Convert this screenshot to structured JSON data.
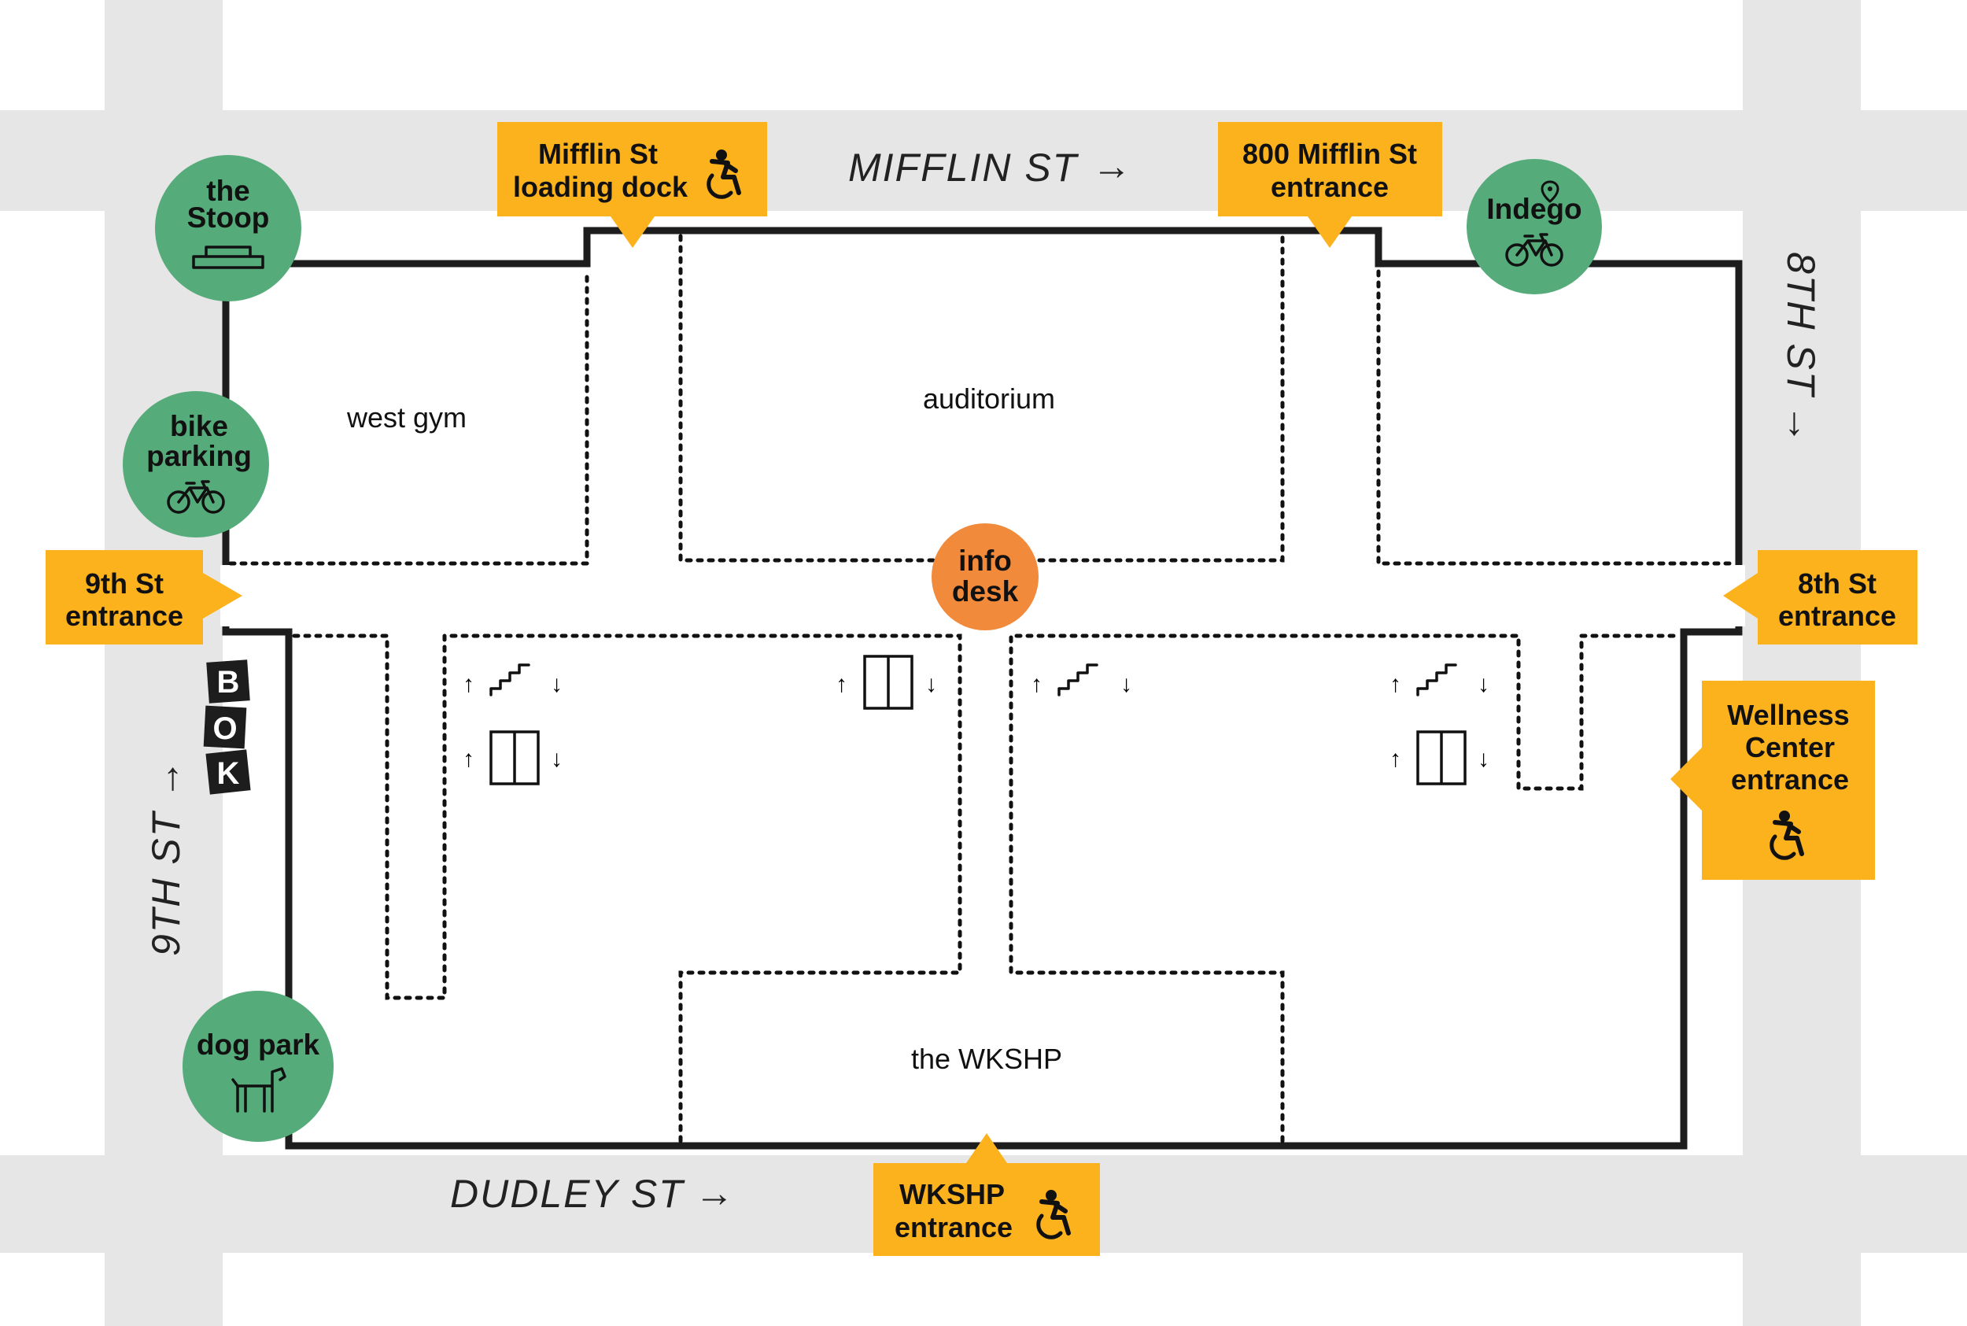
{
  "colors": {
    "street": "#e6e6e6",
    "tag": "#fbb21d",
    "poi_circle": "#56ab7a",
    "info_circle": "#f18a3a",
    "wall": "#1d1d1d"
  },
  "streets": {
    "north": "MIFFLIN ST",
    "south": "DUDLEY ST",
    "west": "9TH ST",
    "east": "8TH ST",
    "arrow": "→"
  },
  "rooms": {
    "west_gym": "west gym",
    "auditorium": "auditorium",
    "wkshp": "the WKSHP"
  },
  "entrances": {
    "mifflin_loading": [
      "Mifflin St",
      "loading dock"
    ],
    "mifflin_800": [
      "800 Mifflin St",
      "entrance"
    ],
    "ninth": [
      "9th St",
      "entrance"
    ],
    "eighth": [
      "8th St",
      "entrance"
    ],
    "wellness": [
      "Wellness",
      "Center",
      "entrance"
    ],
    "wkshp": [
      "WKSHP",
      "entrance"
    ]
  },
  "points_of_interest": {
    "stoop": [
      "the",
      "Stoop"
    ],
    "bike_parking": [
      "bike",
      "parking"
    ],
    "indego": "Indego",
    "dog_park": "dog park",
    "info_desk": [
      "info",
      "desk"
    ]
  },
  "logo": [
    "B",
    "O",
    "K"
  ],
  "icons": {
    "accessible": "wheelchair-icon",
    "stairs": "stairs-icon",
    "elevator": "elevator-icon",
    "bike": "bicycle-icon",
    "dog": "dog-icon",
    "stoop": "stoop-icon",
    "indego_pin": "map-pin-icon"
  },
  "arrows": {
    "up": "↑",
    "down": "↓"
  }
}
